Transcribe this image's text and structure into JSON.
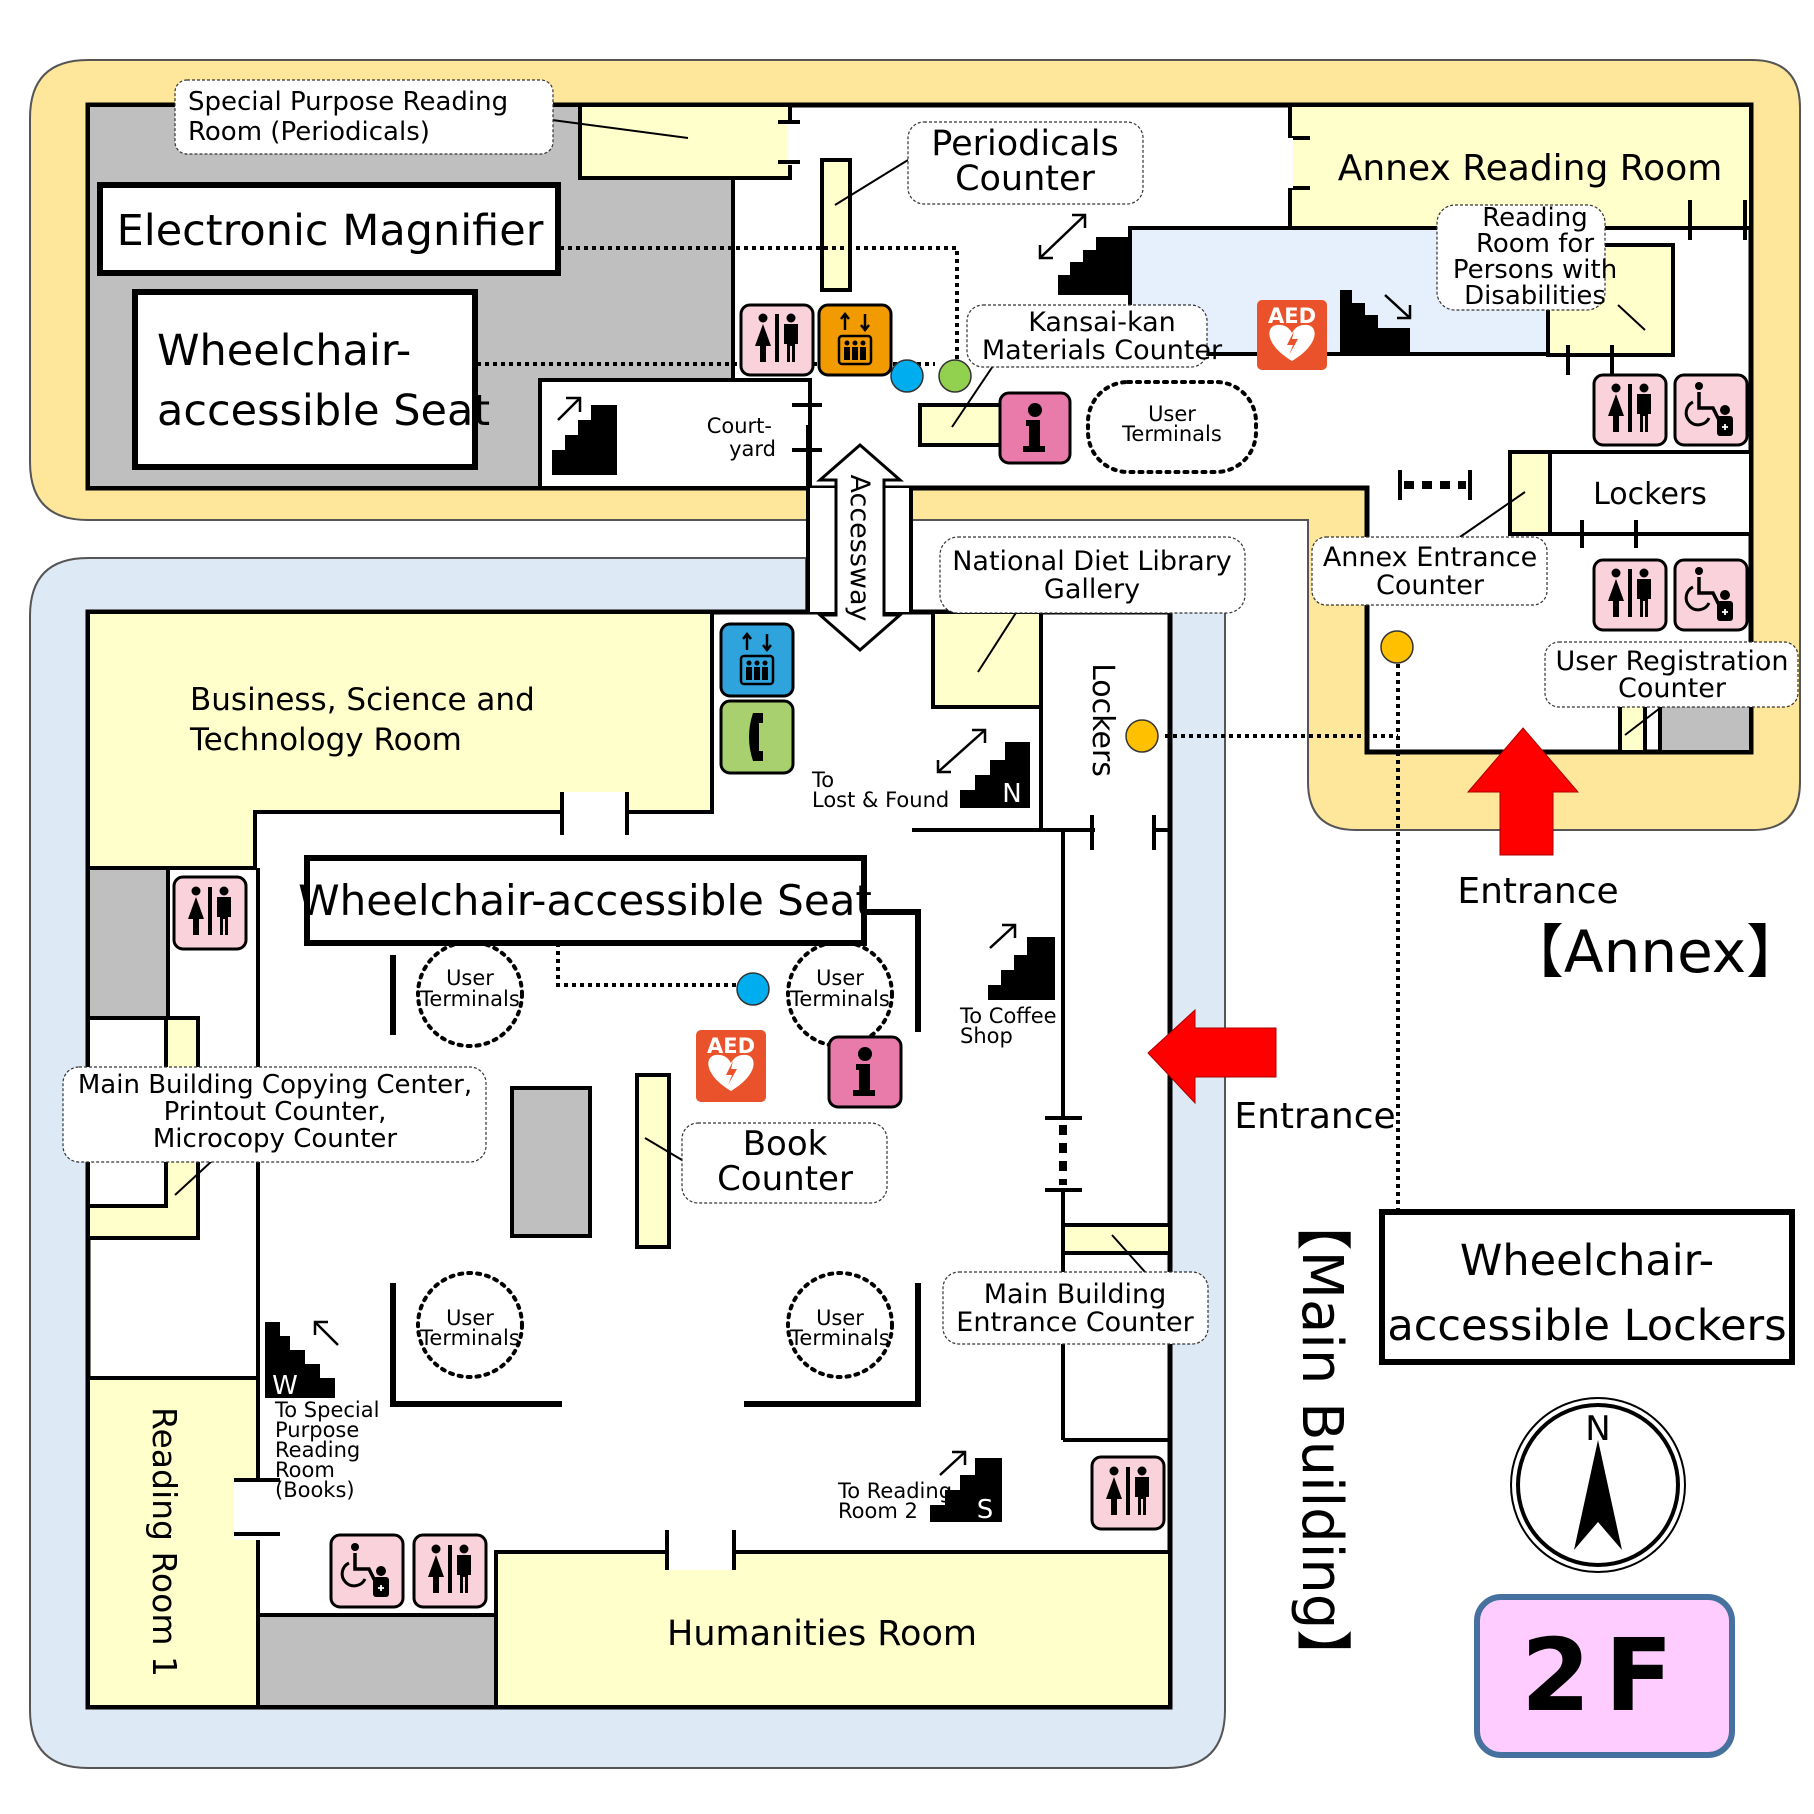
{
  "floor": {
    "label": "2F"
  },
  "colors": {
    "annex_bg": "#fee69b",
    "main_bg": "#dde9f5",
    "room_yellow": "#ffffcc",
    "room_gray": "#bfbfbf",
    "corridor_blue": "#e6effc",
    "restroom_pink": "#f9d2dc",
    "info_pink": "#e97bab",
    "elevator_orange": "#f29b00",
    "elevator_blue": "#2fa3dc",
    "phone_green": "#a9d06e",
    "aed_red": "#e9522b",
    "entrance_arrow": "#ff0000",
    "dot_blue": "#00aeef",
    "dot_green": "#92d050",
    "dot_yellow": "#ffc000",
    "floor_badge_fill": "#ffccff",
    "floor_badge_border": "#46719f"
  },
  "buildings": {
    "annex": "【Annex】",
    "main": "【Main Building】"
  },
  "rooms": {
    "annex_reading_room": "Annex Reading Room",
    "business_room": [
      "Business, Science and",
      "Technology Room"
    ],
    "humanities_room": "Humanities Room",
    "reading_room_1": "Reading Room 1",
    "lockers_annex": "Lockers",
    "lockers_main": "Lockers",
    "accessway": "Accessway",
    "courtyard": [
      "Court-",
      "yard"
    ]
  },
  "callouts": {
    "special_purpose_periodicals": [
      "Special Purpose Reading",
      "Room (Periodicals)"
    ],
    "periodicals_counter": [
      "Periodicals",
      "Counter"
    ],
    "kansai_kan": [
      "Kansai-kan",
      "Materials Counter"
    ],
    "reading_room_disabilities": [
      "Reading",
      "Room for",
      "Persons with",
      "Disabilities"
    ],
    "annex_entrance_counter": [
      "Annex Entrance",
      "Counter"
    ],
    "user_registration_counter": [
      "User Registration",
      "Counter"
    ],
    "ndl_gallery": [
      "National Diet Library",
      "Gallery"
    ],
    "copying_center": [
      "Main Building Copying Center,",
      "Printout Counter,",
      "Microcopy Counter"
    ],
    "book_counter": [
      "Book",
      "Counter"
    ],
    "main_entrance_counter": [
      "Main Building",
      "Entrance Counter"
    ]
  },
  "accessibility_labels": {
    "electronic_magnifier": "Electronic Magnifier",
    "wheelchair_seat_annex": [
      "Wheelchair-",
      "accessible Seat"
    ],
    "wheelchair_seat_main": "Wheelchair-accessible Seat",
    "wheelchair_lockers": [
      "Wheelchair-",
      "accessible Lockers"
    ]
  },
  "user_terminals": {
    "label": [
      "User",
      "Terminals"
    ]
  },
  "stairs": {
    "lost_found": [
      "To",
      "Lost & Found"
    ],
    "coffee_shop": [
      "To Coffee",
      "Shop"
    ],
    "special_books": [
      "To Special",
      "Purpose",
      "Reading",
      "Room",
      "(Books)"
    ],
    "reading_room_2": [
      "To Reading",
      "Room 2"
    ],
    "marker_n": "N",
    "marker_w": "W",
    "marker_s": "S"
  },
  "entrances": {
    "annex": "Entrance",
    "main": "Entrance"
  },
  "icons": {
    "aed": "AED",
    "info": "i",
    "compass_n": "N"
  }
}
